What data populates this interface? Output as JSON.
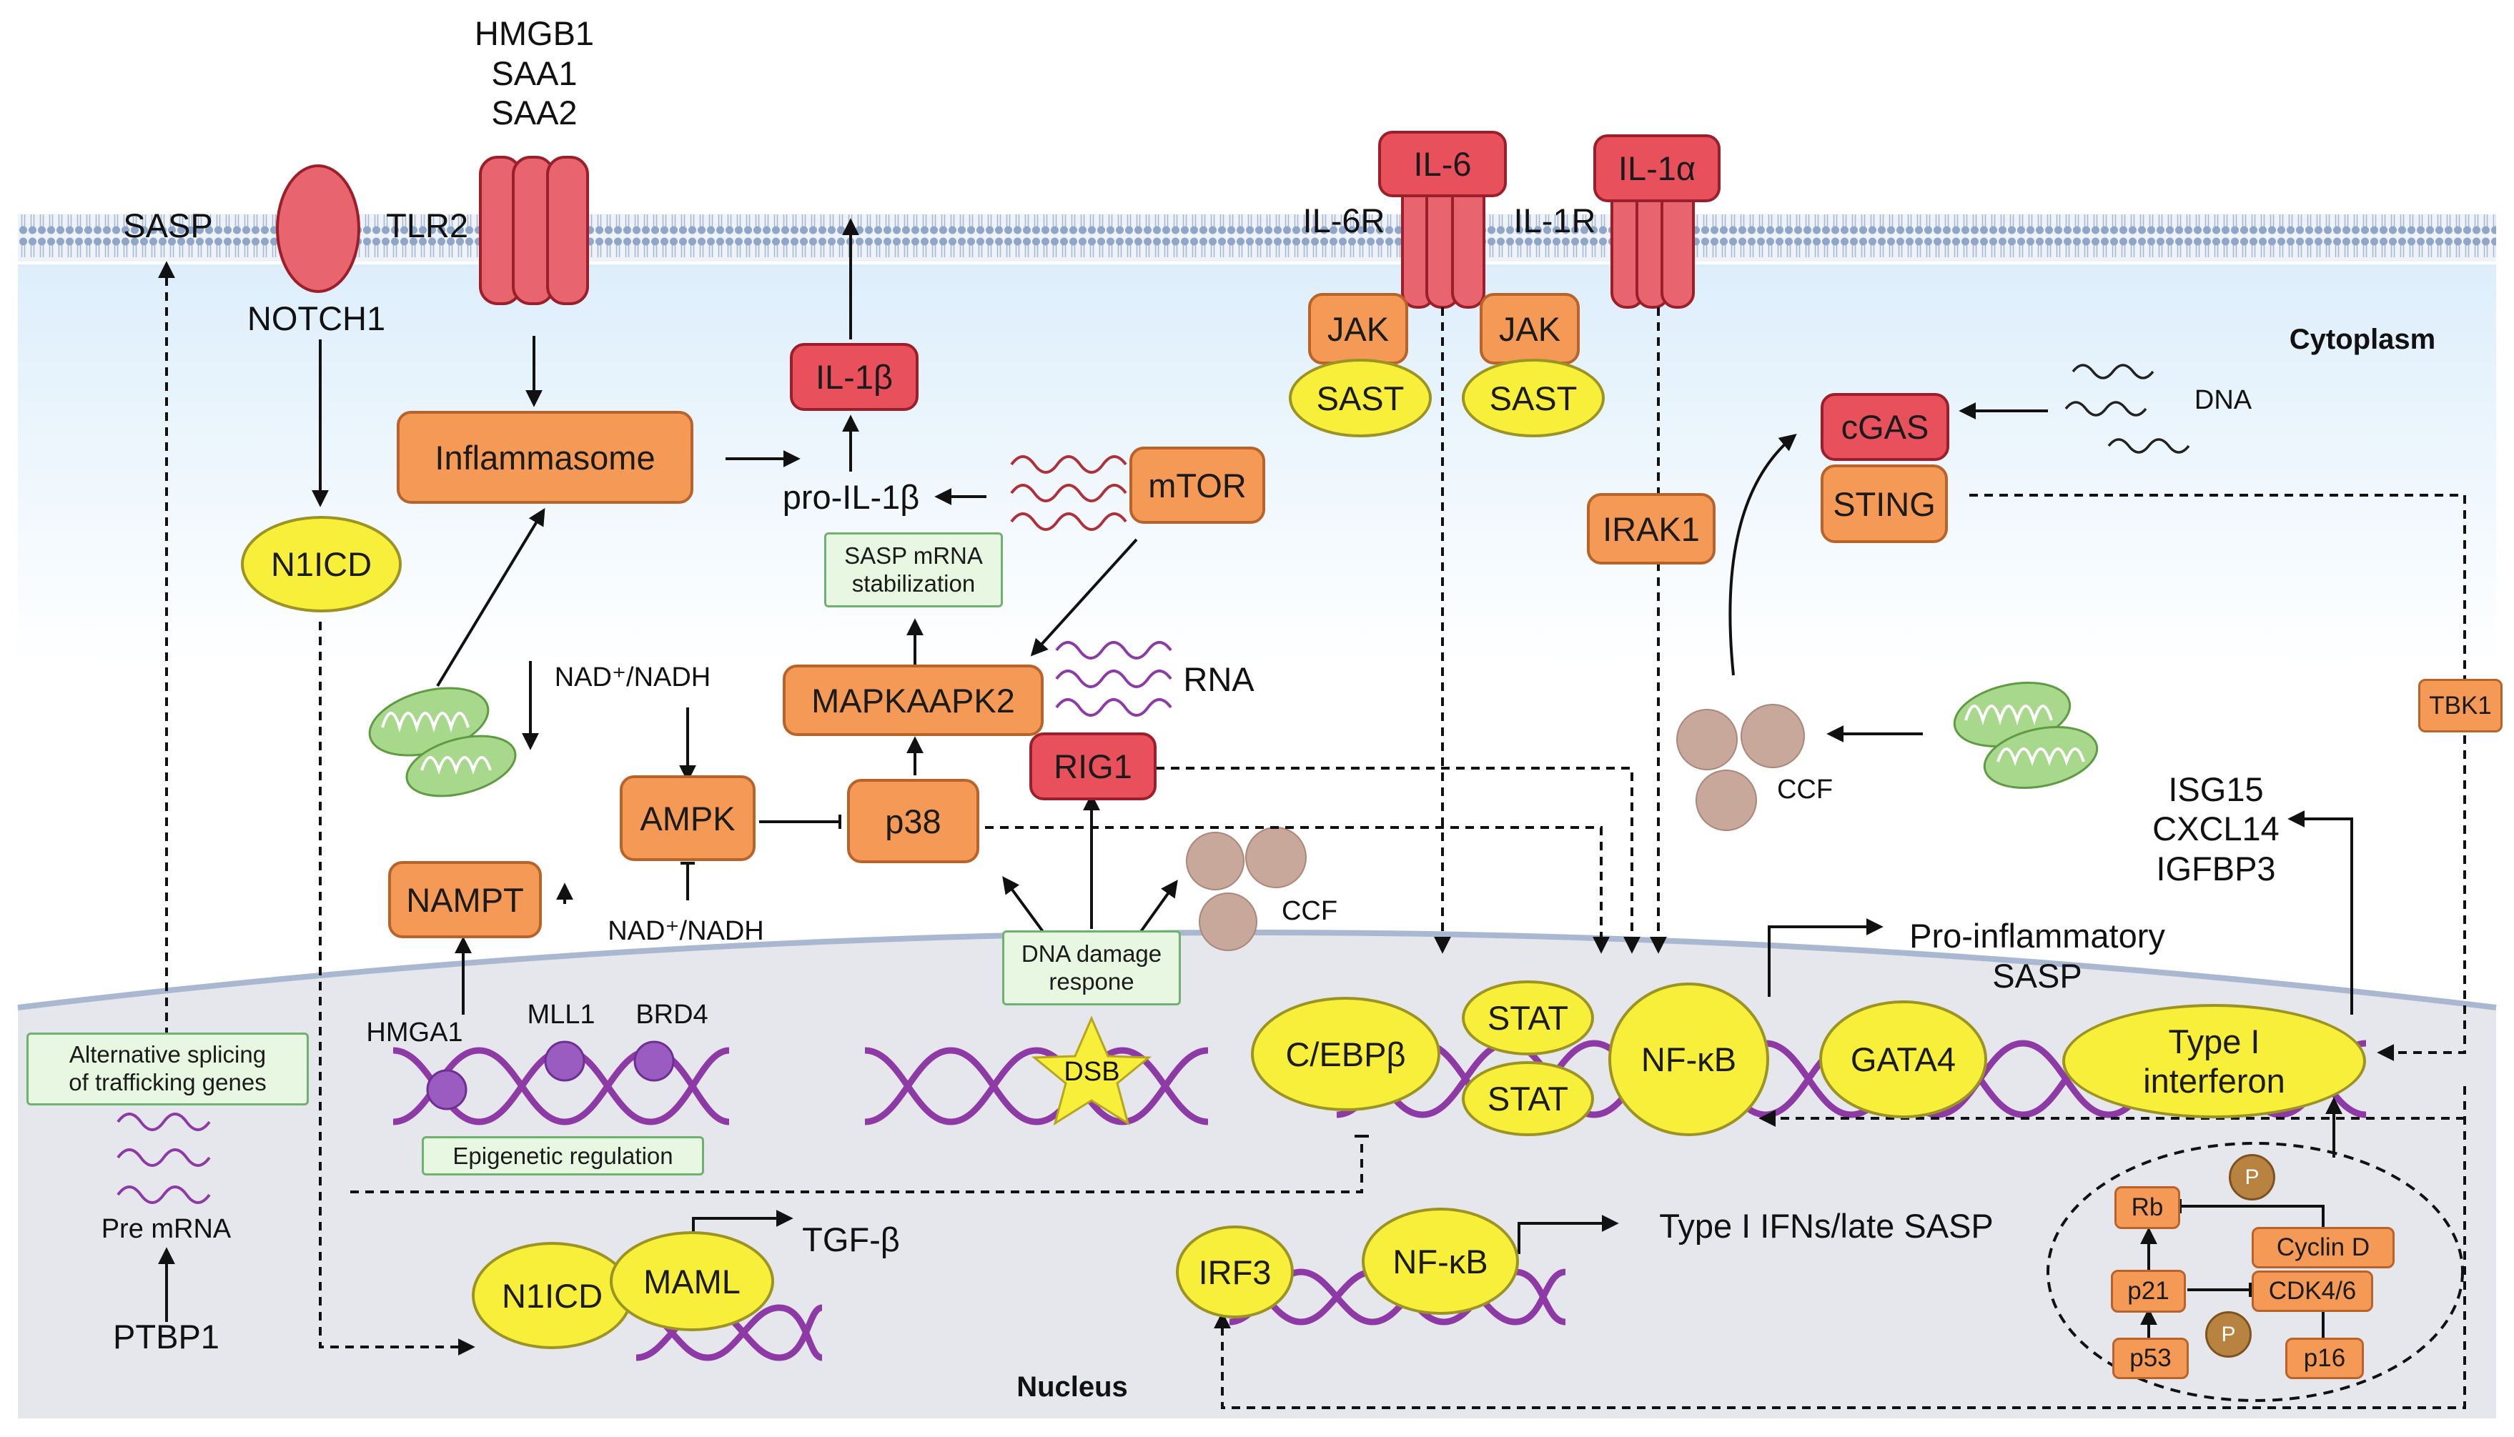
{
  "compartments": {
    "cytoplasm": "Cytoplasm",
    "nucleus": "Nucleus"
  },
  "membrane": {
    "sasp": "SASP",
    "ligands": "HMGB1\nSAA1\nSAA2",
    "tlr2": "TLR2",
    "notch1": "NOTCH1",
    "il6": "IL-6",
    "il6r": "IL-6R",
    "il1a": "IL-1α",
    "il1r": "IL-1R"
  },
  "cytoplasm": {
    "jak_1": "JAK",
    "jak_2": "JAK",
    "sast_1": "SAST",
    "sast_2": "SAST",
    "il1b": "IL-1β",
    "inflammasome": "Inflammasome",
    "pro_il1b": "pro-IL-1β",
    "mtor": "mTOR",
    "sasp_mrna_stabilization": "SASP mRNA\nstabilization",
    "mapkaapk2": "MAPKAAPK2",
    "rna": "RNA",
    "nad_upper": "NAD⁺/NADH",
    "n1icd": "N1ICD",
    "ampk": "AMPK",
    "p38": "p38",
    "rig1": "RIG1",
    "nampt": "NAMPT",
    "nad_lower": "NAD⁺/NADH",
    "dna_damage_response": "DNA damage\nrespone",
    "ccf_1": "CCF",
    "ccf_2": "CCF",
    "cgas": "cGAS",
    "sting": "STING",
    "dna": "DNA",
    "irak1": "IRAK1",
    "tbk1": "TBK1",
    "isg_list": "ISG15\nCXCL14\nIGFBP3"
  },
  "nucleus": {
    "alternative_splicing": "Alternative splicing\nof trafficking genes",
    "pre_mrna": "Pre mRNA",
    "ptbp1": "PTBP1",
    "hmga1": "HMGA1",
    "mll1": "MLL1",
    "brd4": "BRD4",
    "epigenetic_regulation": "Epigenetic regulation",
    "dsb": "DSB",
    "cebpb": "C/EBPβ",
    "stat_1": "STAT",
    "stat_2": "STAT",
    "nfkb_1": "NF-κB",
    "gata4": "GATA4",
    "type1_interferon": "Type I\ninterferon",
    "pro_inflammatory_sasp": "Pro-inflammatory\nSASP",
    "n1icd": "N1ICD",
    "maml": "MAML",
    "tgfb": "TGF-β",
    "irf3": "IRF3",
    "nfkb_2": "NF-κB",
    "type1_ifns_late_sasp": "Type I IFNs/late SASP",
    "cell_cycle": {
      "rb": "Rb",
      "cyclin_d": "Cyclin D",
      "cdk46": "CDK4/6",
      "p21": "p21",
      "p53": "p53",
      "p16": "p16",
      "phospho_1": "P",
      "phospho_2": "P"
    }
  },
  "colors": {
    "kinase_node": "#f59a56",
    "receptor_node": "#e8505b",
    "transcription_factor": "#f7ef3a",
    "process_box": "#e8f7e1",
    "nucleus_fill": "#e6e7ec",
    "dna_helix": "#8e3aa6",
    "membrane": "#8fa6c8"
  },
  "icons": [
    "mitochondrion-icon",
    "ccf-sphere-icon",
    "dna-helix-icon",
    "rna-squiggle-icon",
    "receptor-icon",
    "dsb-star-icon"
  ]
}
